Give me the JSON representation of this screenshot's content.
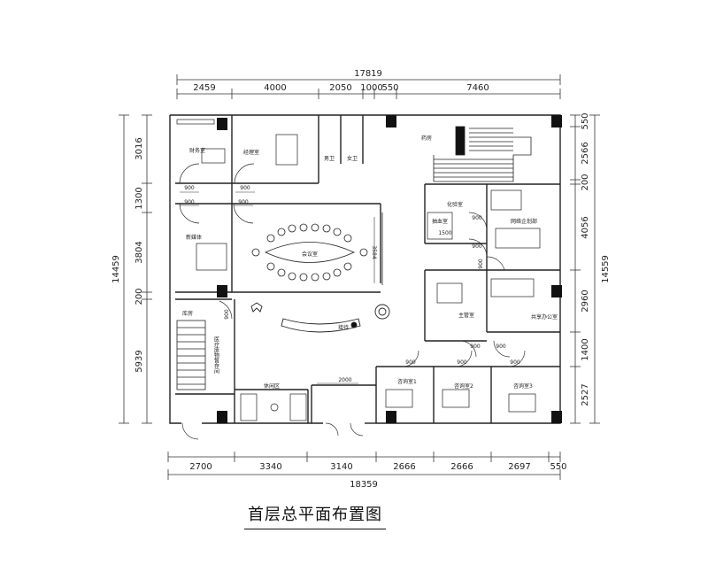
{
  "title": "首层总平面布置图",
  "dims": {
    "top_total": "17819",
    "top_segments": [
      "2459",
      "4000",
      "2050",
      "1000",
      "550",
      "7460"
    ],
    "bottom_total": "18359",
    "bottom_segments": [
      "2700",
      "3340",
      "3140",
      "2666",
      "2666",
      "2697",
      "550"
    ],
    "left_total": "14459",
    "left_segments": [
      "3016",
      "1300",
      "3804",
      "200",
      "5939"
    ],
    "right_total": "14559",
    "right_segments": [
      "550",
      "2566",
      "200",
      "4056",
      "2960",
      "1400",
      "2527"
    ],
    "doors": [
      "900",
      "900",
      "900",
      "900",
      "900",
      "900",
      "900",
      "900",
      "900",
      "900",
      "900",
      "900",
      "900"
    ],
    "reception_desk": "2000",
    "lab_counter": "1500",
    "meeting_table": "3584"
  },
  "rooms": {
    "finance": "财务室",
    "manager": "经理室",
    "men_wc": "男卫",
    "women_wc": "女卫",
    "storage": "药房",
    "lab": "化验室",
    "blood": "抽血室",
    "network": "网络企划部",
    "media": "新媒体",
    "meeting": "会议室",
    "director": "主管室",
    "shared_office": "共享办公室",
    "warehouse": "库房",
    "medical_waste": "医疗废物暂存间",
    "reception": "接待",
    "lounge": "休闲区",
    "consult1": "咨询室1",
    "consult2": "咨询室2",
    "consult3": "咨询室3"
  }
}
